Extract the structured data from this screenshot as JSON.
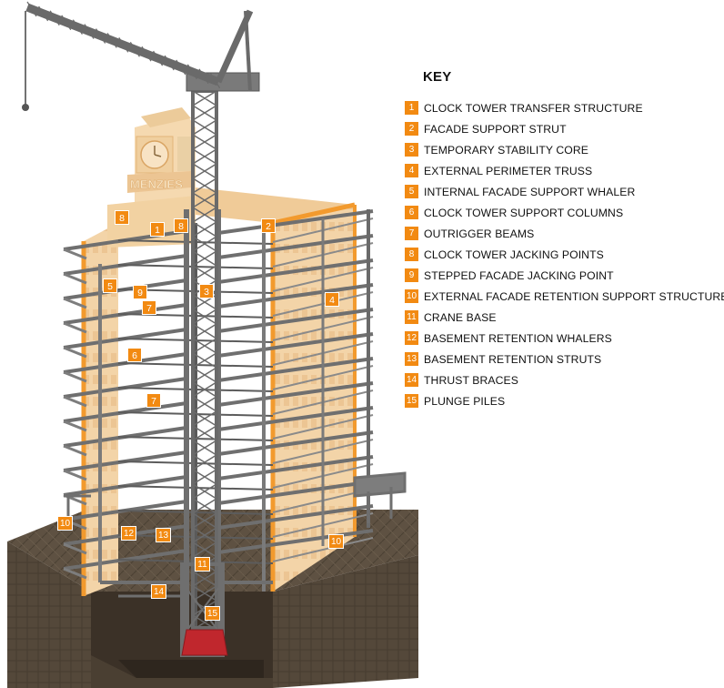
{
  "illustration": {
    "facade_sign": "MENZIES",
    "colors": {
      "steel": "#6f6f6f",
      "steel_dark": "#4a4a4a",
      "facade": "#f3d4a8",
      "facade_edge": "#f29a2e",
      "ground": "#5e5142",
      "ground_dark": "#3f3529",
      "accent": "#f28a12",
      "plinth": "#c0272d"
    },
    "callouts": [
      "1",
      "2",
      "3",
      "4",
      "5",
      "6",
      "7",
      "7",
      "8",
      "8",
      "9",
      "10",
      "10",
      "11",
      "12",
      "13",
      "14",
      "15"
    ]
  },
  "key": {
    "title": "KEY",
    "items": [
      {
        "num": "1",
        "label": "CLOCK TOWER TRANSFER STRUCTURE"
      },
      {
        "num": "2",
        "label": "FACADE SUPPORT STRUT"
      },
      {
        "num": "3",
        "label": "TEMPORARY STABILITY CORE"
      },
      {
        "num": "4",
        "label": "EXTERNAL PERIMETER TRUSS"
      },
      {
        "num": "5",
        "label": "INTERNAL FACADE SUPPORT WHALER"
      },
      {
        "num": "6",
        "label": "CLOCK TOWER SUPPORT COLUMNS"
      },
      {
        "num": "7",
        "label": "OUTRIGGER BEAMS"
      },
      {
        "num": "8",
        "label": "CLOCK TOWER JACKING POINTS"
      },
      {
        "num": "9",
        "label": "STEPPED FACADE JACKING POINT"
      },
      {
        "num": "10",
        "label": "EXTERNAL FACADE RETENTION SUPPORT STRUCTURE"
      },
      {
        "num": "11",
        "label": "CRANE BASE"
      },
      {
        "num": "12",
        "label": "BASEMENT RETENTION WHALERS"
      },
      {
        "num": "13",
        "label": "BASEMENT RETENTION STRUTS"
      },
      {
        "num": "14",
        "label": "THRUST BRACES"
      },
      {
        "num": "15",
        "label": "PLUNGE PILES"
      }
    ]
  }
}
